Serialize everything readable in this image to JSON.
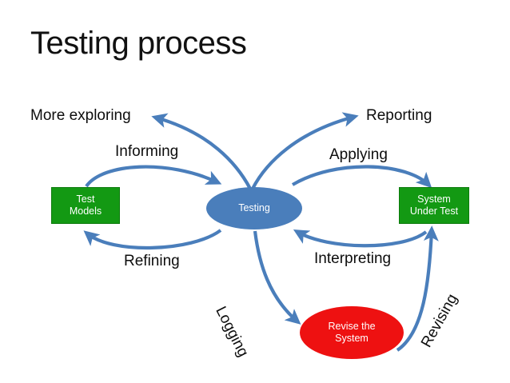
{
  "slide": {
    "title": "Testing process",
    "background_color": "#ffffff",
    "title_color": "#111111"
  },
  "palette": {
    "arrow_blue": "#4a7ebb",
    "node_blue": "#4a7ebb",
    "node_green": "#139913",
    "node_red": "#ee1111",
    "label_text": "#0d0d0d",
    "node_text": "#ffffff"
  },
  "nodes": [
    {
      "id": "test-models",
      "label": "Test\nModels",
      "shape": "rectangle",
      "color": "#139913"
    },
    {
      "id": "testing",
      "label": "Testing",
      "shape": "ellipse",
      "color": "#4a7ebb"
    },
    {
      "id": "system-under-test",
      "label": "System\nUnder Test",
      "shape": "rectangle",
      "color": "#139913"
    },
    {
      "id": "revise-the-system",
      "label": "Revise the\nSystem",
      "shape": "ellipse",
      "color": "#ee1111"
    }
  ],
  "edges": [
    {
      "id": "more-exploring",
      "label": "More exploring",
      "from": "testing",
      "to": "more-exploring-out"
    },
    {
      "id": "reporting",
      "label": "Reporting",
      "from": "testing",
      "to": "reporting-out"
    },
    {
      "id": "informing",
      "label": "Informing",
      "from": "test-models",
      "to": "testing"
    },
    {
      "id": "applying",
      "label": "Applying",
      "from": "testing",
      "to": "system-under-test"
    },
    {
      "id": "refining",
      "label": "Refining",
      "from": "testing",
      "to": "test-models"
    },
    {
      "id": "interpreting",
      "label": "Interpreting",
      "from": "system-under-test",
      "to": "testing"
    },
    {
      "id": "logging",
      "label": "Logging",
      "from": "testing",
      "to": "revise-the-system"
    },
    {
      "id": "revising",
      "label": "Revising",
      "from": "revise-the-system",
      "to": "system-under-test"
    }
  ]
}
